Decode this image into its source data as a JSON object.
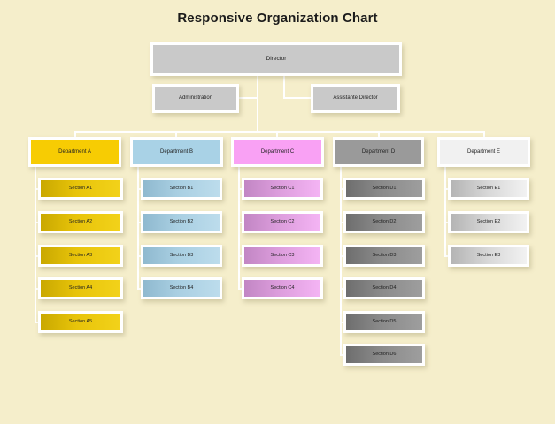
{
  "page": {
    "title": "Responsive Organization Chart",
    "background_color": "#f5eecb",
    "connector_color": "#ffffff"
  },
  "org": {
    "root": {
      "label": "Director",
      "color": "#c9c9c9"
    },
    "staff": [
      {
        "label": "Administration",
        "color": "#c9c9c9"
      },
      {
        "label": "Assistante Director",
        "color": "#c9c9c9"
      }
    ],
    "departments": [
      {
        "label": "Department A",
        "color": "#f7cc03",
        "sections": [
          {
            "label": "Section A1"
          },
          {
            "label": "Section A2"
          },
          {
            "label": "Section A3"
          },
          {
            "label": "Section A4"
          },
          {
            "label": "Section A5"
          }
        ]
      },
      {
        "label": "Department B",
        "color": "#a9d2e6",
        "sections": [
          {
            "label": "Section B1"
          },
          {
            "label": "Section B2"
          },
          {
            "label": "Section B3"
          },
          {
            "label": "Section B4"
          }
        ]
      },
      {
        "label": "Department C",
        "color": "#f9a1f4",
        "sections": [
          {
            "label": "Section C1"
          },
          {
            "label": "Section C2"
          },
          {
            "label": "Section C3"
          },
          {
            "label": "Section C4"
          }
        ]
      },
      {
        "label": "Department D",
        "color": "#9a9a9a",
        "sections": [
          {
            "label": "Section D1"
          },
          {
            "label": "Section D2"
          },
          {
            "label": "Section D3"
          },
          {
            "label": "Section D4"
          },
          {
            "label": "Section D5"
          },
          {
            "label": "Section D6"
          }
        ]
      },
      {
        "label": "Department E",
        "color": "#f1f1f1",
        "sections": [
          {
            "label": "Section E1"
          },
          {
            "label": "Section E2"
          },
          {
            "label": "Section E3"
          }
        ]
      }
    ]
  }
}
